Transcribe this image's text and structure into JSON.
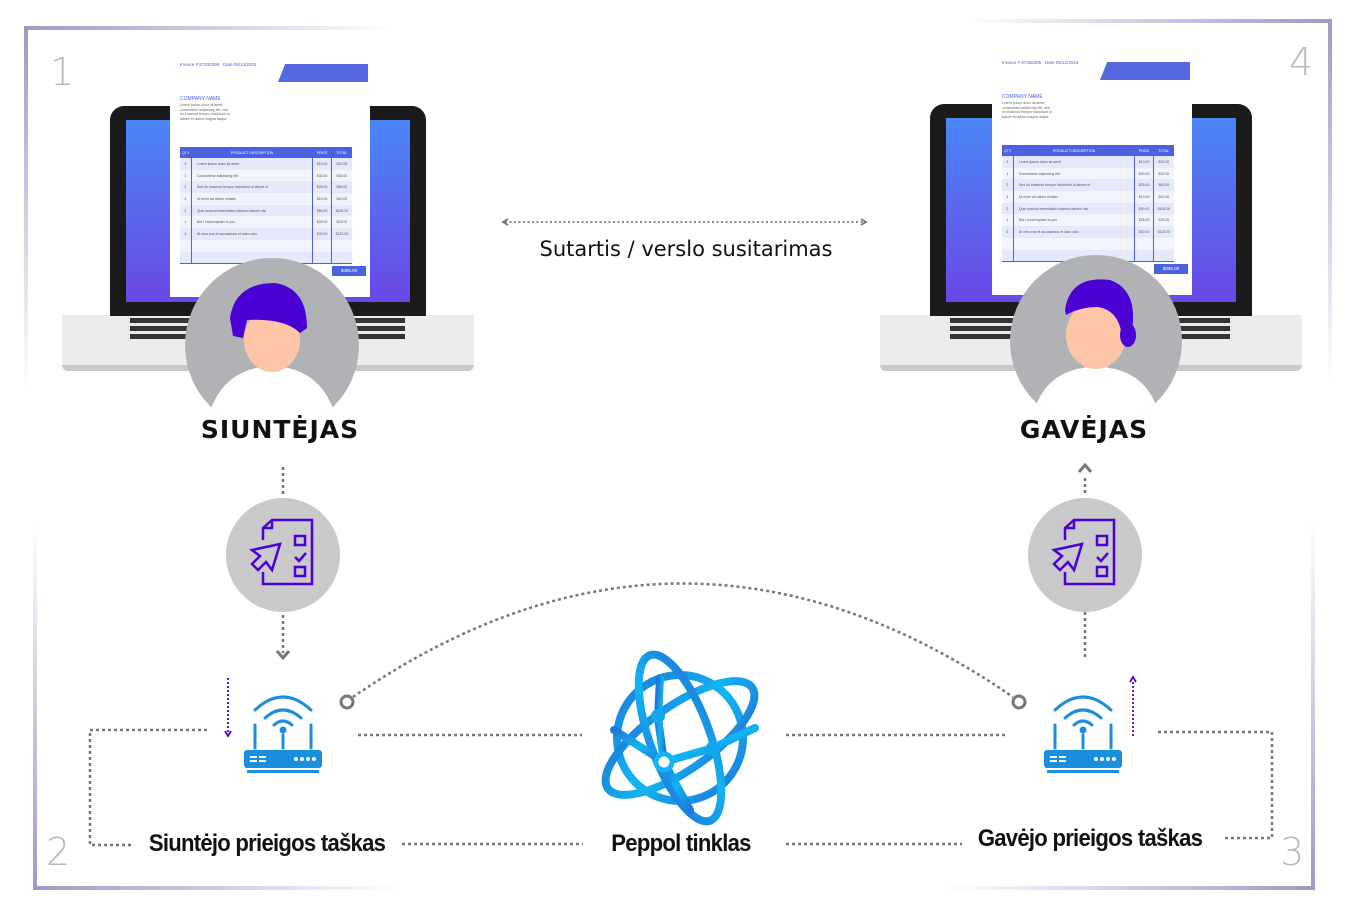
{
  "steps": {
    "s1": "1",
    "s2": "2",
    "s3": "3",
    "s4": "4"
  },
  "agreement": "Sutartis / verslo susitarimas",
  "sender": {
    "label": "SIUNTĖJAS",
    "access_point": "Siuntėjo prieigos taškas"
  },
  "receiver": {
    "label": "GAVĖJAS",
    "access_point": "Gavėjo prieigos taškas"
  },
  "network": {
    "label": "Peppol tinklas"
  },
  "colors": {
    "frame": "#9c9ac8",
    "accent": "#4b00d4",
    "network_blue": "#1a8fe0",
    "dots": "#777777",
    "invoice": "#4a62e0"
  },
  "icons": [
    "document-checklist-icon",
    "router-icon",
    "globe-network-icon",
    "person-icon"
  ],
  "invoices": [
    {
      "number": "Invoice # 87330395",
      "date": "Date 05/12/2024",
      "company": "COMPANY NAME",
      "company_text": "Lorem ipsum dolor sit amet, consectetur adipiscing elit, sed do eiusmod tempor incididunt ut labore et dolore magna aliqua.",
      "headers": [
        "QTY",
        "PRODUCT DESCRIPTION",
        "PRICE",
        "TOTAL"
      ],
      "rows": [
        [
          "3",
          "Lorem ipsum dolor sit amet",
          "$10.00",
          "$30.00"
        ],
        [
          "1",
          "Consectetur adipiscing elit",
          "$30.00",
          "$30.00"
        ],
        [
          "2",
          "Sed do eiusmod tempor incididunt ut labore et",
          "$25.00",
          "$50.00"
        ],
        [
          "4",
          "Ut enim ad minim veniam",
          "$10.00",
          "$40.00"
        ],
        [
          "2",
          "Quis nostrud exercitation ullamco laboris nisi",
          "$50.00",
          "$100.00"
        ],
        [
          "1",
          "But I must explain to you",
          "$25.00",
          "$25.00"
        ],
        [
          "4",
          "At vero eos et accusamus et iusto odio",
          "$30.00",
          "$120.00"
        ]
      ],
      "total": "$395.00"
    },
    {
      "number": "Invoice # 87336395",
      "date": "Date 05/12/2024",
      "company": "COMPANY NAME",
      "company_text": "Lorem ipsum dolor sit amet, consectetur adipiscing elit, sed do eiusmod tempor incididunt ut labore et dolore magna aliqua.",
      "headers": [
        "QTY",
        "PRODUCT DESCRIPTION",
        "PRICE",
        "TOTAL"
      ],
      "rows": [
        [
          "3",
          "Lorem ipsum dolor sit amet",
          "$10.00",
          "$30.00"
        ],
        [
          "1",
          "Consectetur adipiscing elit",
          "$30.00",
          "$30.00"
        ],
        [
          "2",
          "Sed do eiusmod tempor incididunt ut labore et",
          "$25.00",
          "$50.00"
        ],
        [
          "4",
          "Ut enim ad minim veniam",
          "$10.00",
          "$40.00"
        ],
        [
          "2",
          "Quis nostrud exercitation ullamco laboris nisi",
          "$50.00",
          "$100.00"
        ],
        [
          "1",
          "But I must explain to you",
          "$25.00",
          "$25.00"
        ],
        [
          "4",
          "At vero eos et accusamus et iusto odio",
          "$30.00",
          "$120.00"
        ]
      ],
      "total": "$395.00"
    }
  ]
}
